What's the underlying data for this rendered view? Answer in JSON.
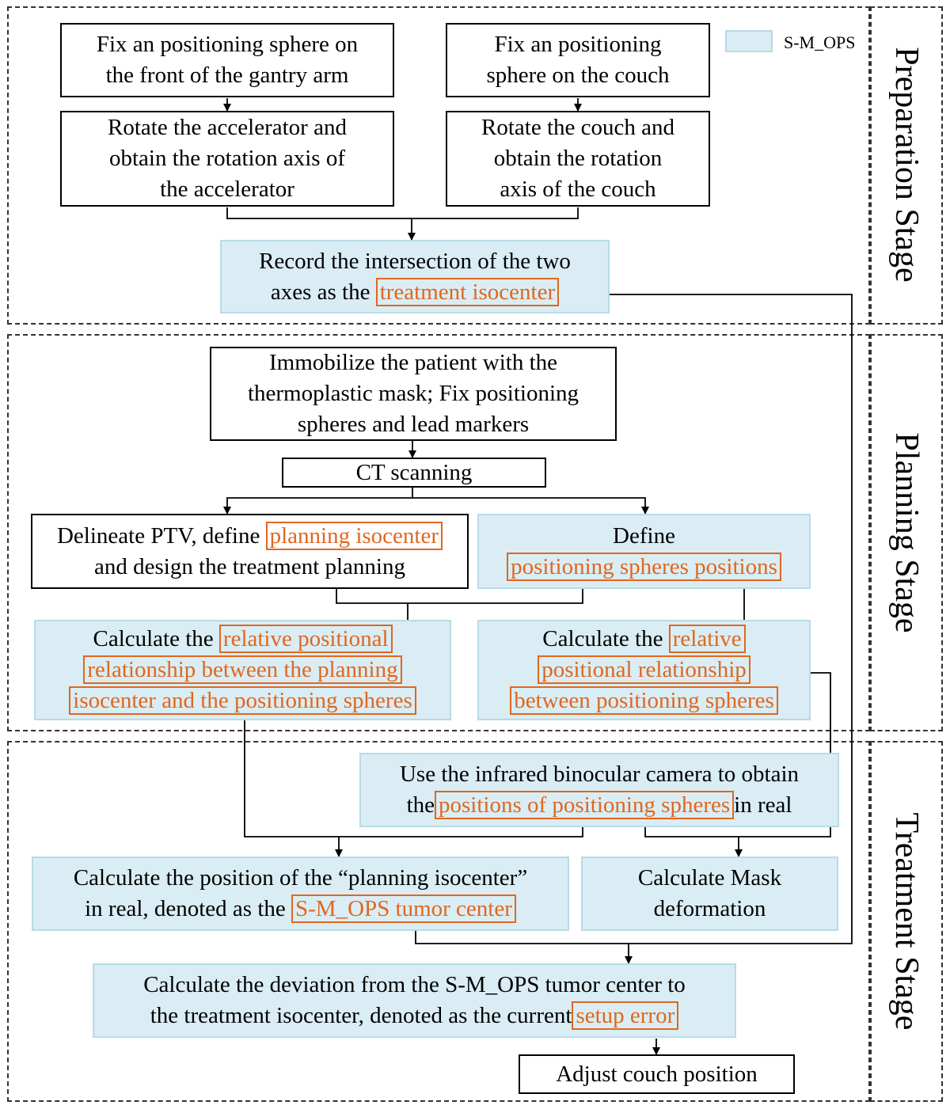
{
  "legend": {
    "label": "S-M_OPS",
    "color": "#daedf4"
  },
  "stages": {
    "preparation": "Preparation Stage",
    "planning": "Planning Stage",
    "treatment": "Treatment Stage"
  },
  "boxes": {
    "fix_gantry": {
      "line1": "Fix an positioning sphere on",
      "line2": "the front of the gantry arm"
    },
    "fix_couch": {
      "line1": "Fix an positioning",
      "line2": "sphere on the couch"
    },
    "rotate_accel": {
      "line1": "Rotate the accelerator and",
      "line2": "obtain the rotation axis of",
      "line3": "the accelerator"
    },
    "rotate_couch": {
      "line1": "Rotate the couch and",
      "line2": "obtain the rotation",
      "line3": "axis of the couch"
    },
    "record": {
      "line1": "Record the intersection of the two",
      "line2_pre": "axes as the",
      "line2_hl": "treatment isocenter"
    },
    "immobilize": {
      "line1": "Immobilize the patient with the",
      "line2": "thermoplastic mask; Fix positioning",
      "line3": "spheres and lead markers"
    },
    "ct": {
      "text": "CT scanning"
    },
    "delineate": {
      "line1_pre": "Delineate PTV, define",
      "line1_hl": "planning isocenter",
      "line2": "and design the treatment planning"
    },
    "define": {
      "line1": "Define",
      "line2_hl": "positioning spheres positions"
    },
    "calc_rel_iso": {
      "line1_pre": "Calculate the",
      "line1_hl": "relative positional",
      "line2_hl": "relationship between the planning",
      "line3_hl": "isocenter and the positioning spheres"
    },
    "calc_rel_sph": {
      "line1_pre": "Calculate the",
      "line1_hl": "relative",
      "line2_hl": "positional relationship",
      "line3_hl": "between positioning spheres"
    },
    "infrared": {
      "line1": "Use the infrared binocular camera to obtain",
      "line2_pre": "the",
      "line2_hl": "positions of positioning spheres",
      "line2_post": "in real"
    },
    "calc_pos": {
      "line1": "Calculate the position of the “planning isocenter”",
      "line2_pre": "in real, denoted as the",
      "line2_hl": "S-M_OPS tumor center"
    },
    "mask": {
      "line1": "Calculate Mask",
      "line2": "deformation"
    },
    "deviation": {
      "line1": "Calculate the deviation from the S-M_OPS tumor center to",
      "line2_pre": "the treatment isocenter, denoted as the current",
      "line2_hl": "setup error"
    },
    "adjust": {
      "text": "Adjust couch position"
    }
  }
}
